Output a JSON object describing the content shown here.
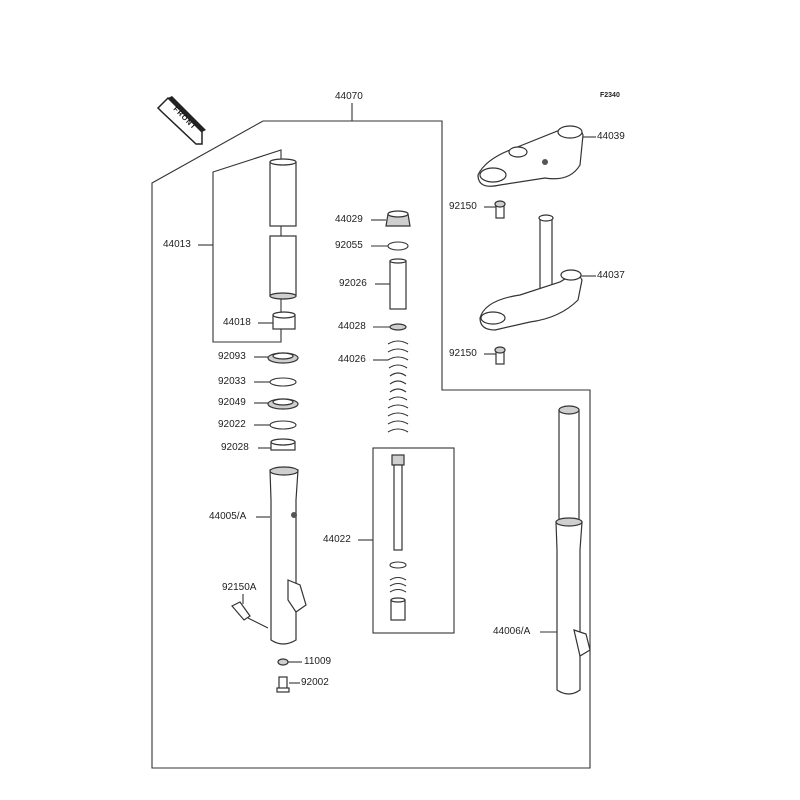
{
  "diagram_code": "F2340",
  "front_arrow": "FRONT",
  "labels": {
    "p44070": "44070",
    "p44013": "44013",
    "p44018": "44018",
    "p92093": "92093",
    "p92033": "92033",
    "p92049": "92049",
    "p92022": "92022",
    "p92028": "92028",
    "p44005A": "44005/A",
    "p92150A": "92150A",
    "p11009": "11009",
    "p92002": "92002",
    "p44029": "44029",
    "p92055": "92055",
    "p92026": "92026",
    "p44028": "44028",
    "p44026": "44026",
    "p44022": "44022",
    "p44039": "44039",
    "p92150_top": "92150",
    "p44037": "44037",
    "p92150_bottom": "92150",
    "p44006A": "44006/A"
  }
}
